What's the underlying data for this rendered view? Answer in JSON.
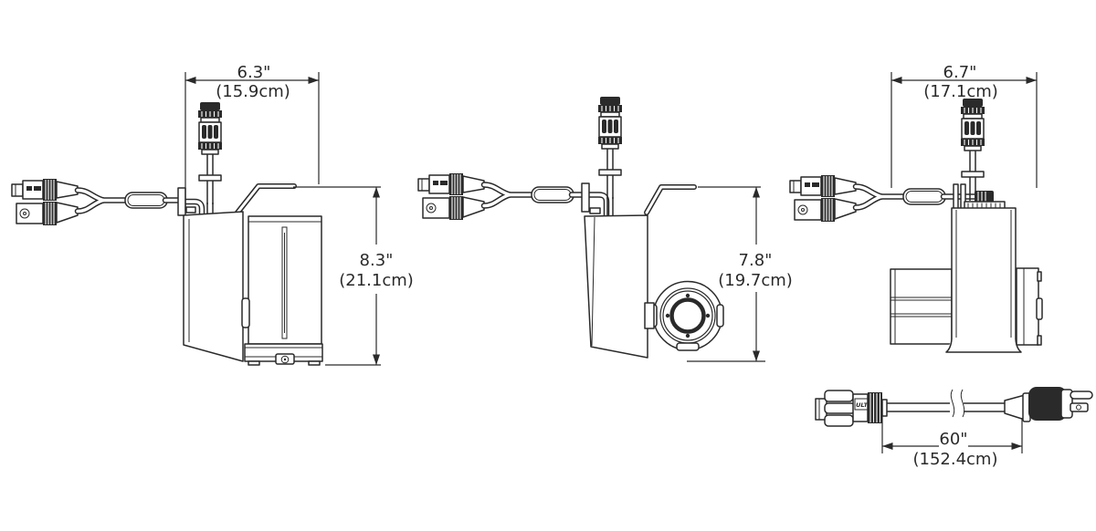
{
  "colors": {
    "background": "#ffffff",
    "ink": "#2a2a2a"
  },
  "views": {
    "front": {
      "width": {
        "inches": "6.3\"",
        "metric": "(15.9cm)"
      },
      "height": {
        "inches": "8.3\"",
        "metric": "(21.1cm)"
      }
    },
    "side": {
      "height": {
        "inches": "7.8\"",
        "metric": "(19.7cm)"
      }
    },
    "rear": {
      "width": {
        "inches": "6.7\"",
        "metric": "(17.1cm)"
      }
    }
  },
  "cord": {
    "length": {
      "inches": "60\"",
      "metric": "(152.4cm)"
    },
    "connector_label": "ULT"
  }
}
